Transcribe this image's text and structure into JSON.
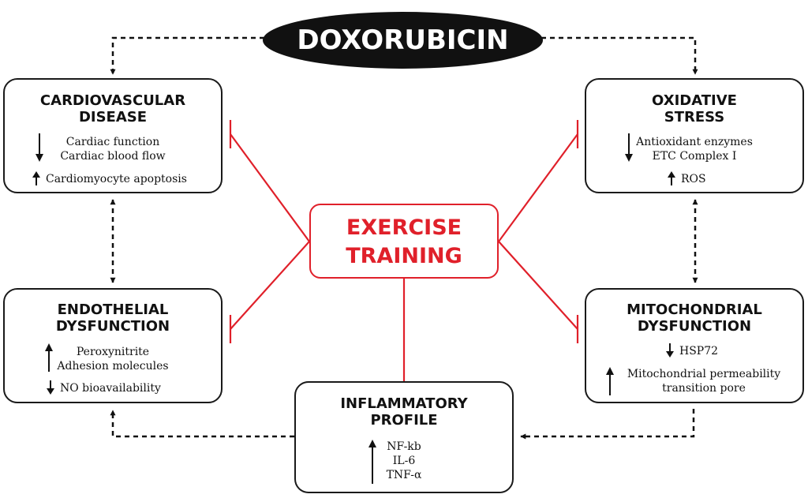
{
  "drug": {
    "label": "DOXORUBICIN"
  },
  "intervention": {
    "line1": "EXERCISE",
    "line2": "TRAINING"
  },
  "boxes": {
    "cardio": {
      "title1": "CARDIOVASCULAR",
      "title2": "DISEASE",
      "down": [
        "Cardiac function",
        "Cardiac blood flow"
      ],
      "up": [
        "Cardiomyocyte apoptosis"
      ]
    },
    "oxidative": {
      "title1": "OXIDATIVE",
      "title2": "STRESS",
      "down": [
        "Antioxidant enzymes",
        "ETC Complex I"
      ],
      "up": [
        "ROS"
      ]
    },
    "endothelial": {
      "title1": "ENDOTHELIAL",
      "title2": "DYSFUNCTION",
      "up": [
        "Peroxynitrite",
        "Adhesion molecules"
      ],
      "down": [
        "NO bioavailability"
      ]
    },
    "mitochondrial": {
      "title1": "MITOCHONDRIAL",
      "title2": "DYSFUNCTION",
      "down": [
        "HSP72"
      ],
      "up": [
        "Mitochondrial permeability",
        "transition pore"
      ]
    },
    "inflammatory": {
      "title1": "INFLAMMATORY",
      "title2": "PROFILE",
      "up": [
        "NF-kb",
        "IL-6",
        "TNF-α"
      ]
    }
  },
  "colors": {
    "inhibition": "#e0202a",
    "ink": "#111111"
  }
}
